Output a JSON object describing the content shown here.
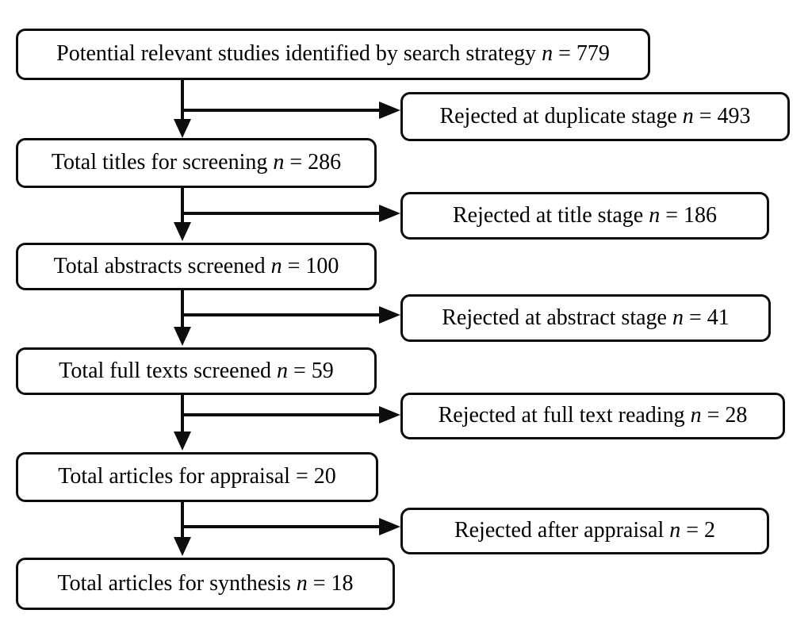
{
  "diagram": {
    "type": "flowchart",
    "flow_boxes": [
      {
        "text": "Potential relevant studies identified by search strategy",
        "n": " n",
        "count": " = 779"
      },
      {
        "text": "Total titles for screening",
        "n": " n",
        "count": " = 286"
      },
      {
        "text": "Total abstracts screened",
        "n": " n",
        "count": " = 100"
      },
      {
        "text": "Total full texts screened",
        "n": " n",
        "count": " = 59"
      },
      {
        "text": "Total articles for appraisal",
        "n": "",
        "count": " = 20"
      },
      {
        "text": "Total articles for synthesis",
        "n": " n",
        "count": " = 18"
      }
    ],
    "rejection_boxes": [
      {
        "text": "Rejected at duplicate stage",
        "n": " n",
        "count": " = 493"
      },
      {
        "text": "Rejected at title stage",
        "n": " n",
        "count": " = 186"
      },
      {
        "text": "Rejected at abstract stage",
        "n": " n",
        "count": " = 41"
      },
      {
        "text": "Rejected at full text reading",
        "n": " n",
        "count": " = 28"
      },
      {
        "text": "Rejected after appraisal",
        "n": " n",
        "count": " = 2"
      }
    ]
  },
  "colors": {
    "background": "#ffffff",
    "border": "#0d0d0d",
    "text": "#000000"
  }
}
